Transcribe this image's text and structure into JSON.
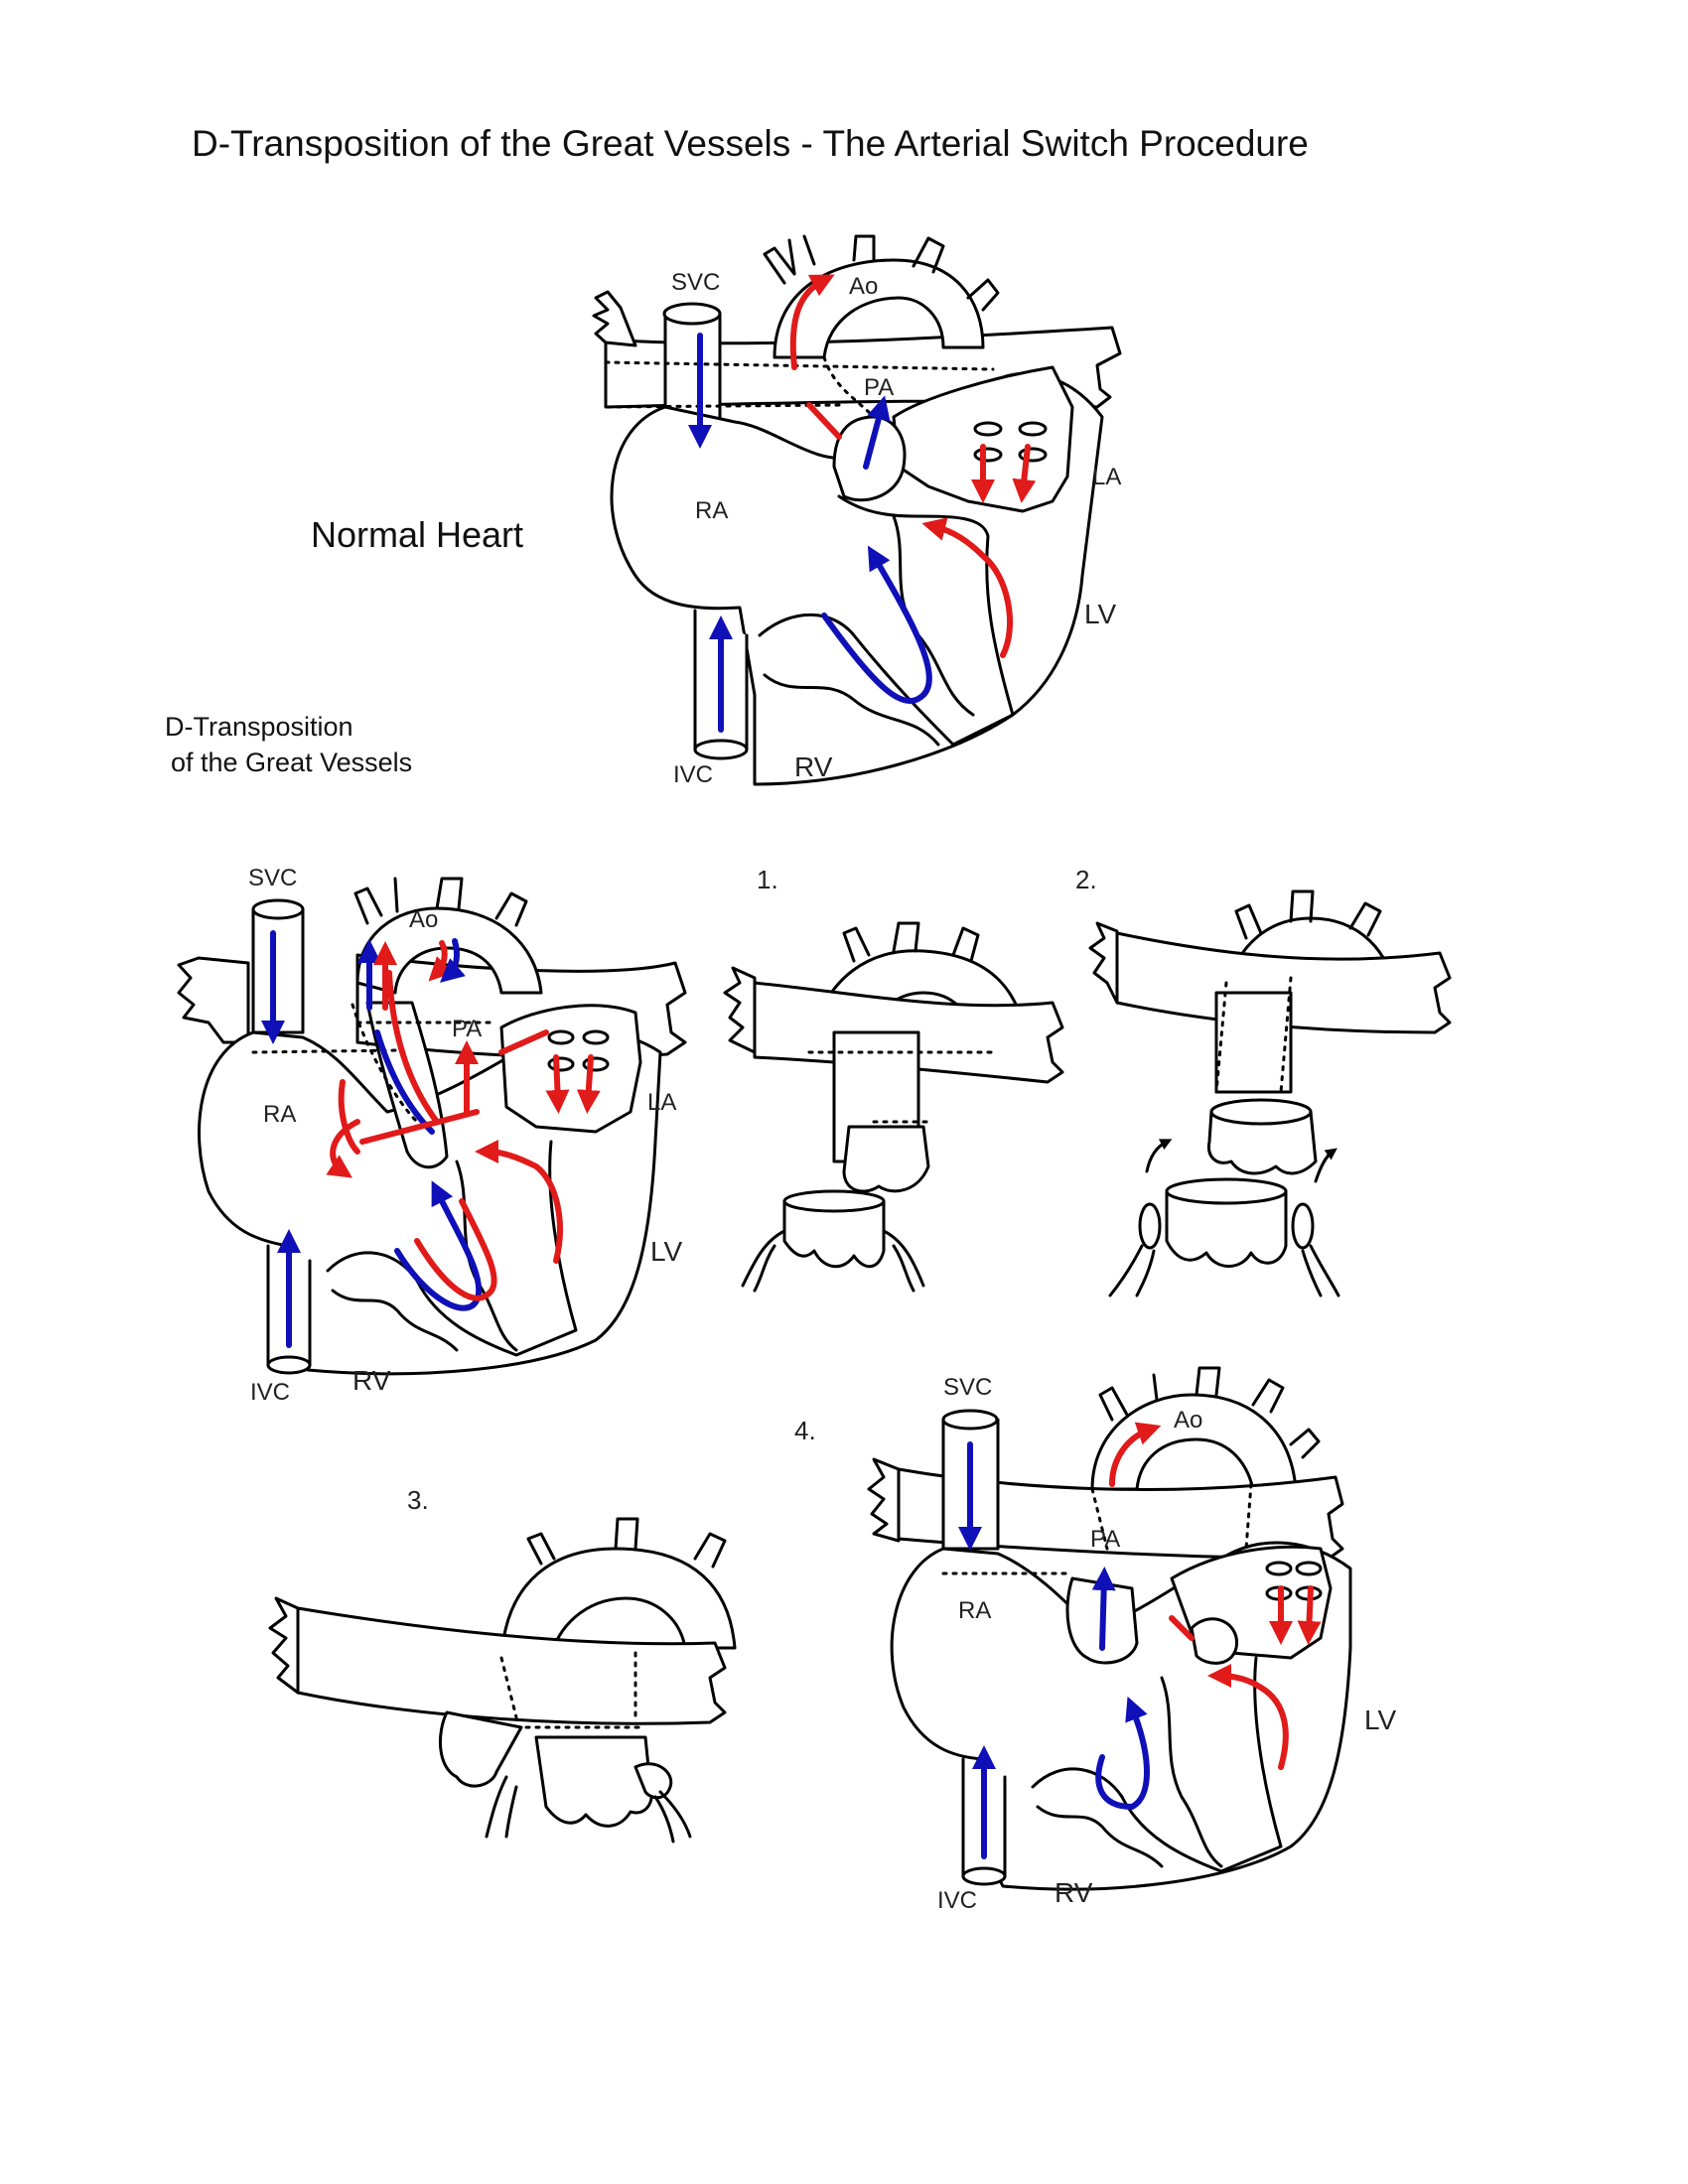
{
  "title": "D-Transposition of the Great Vessels - The Arterial Switch Procedure",
  "captions": {
    "normal_heart": "Normal Heart",
    "dtga_line1": "D-Transposition",
    "dtga_line2": "of the Great Vessels"
  },
  "step_numbers": [
    "1.",
    "2.",
    "3.",
    "4."
  ],
  "vessel_labels": {
    "svc": "SVC",
    "ivc": "IVC",
    "ao": "Ao",
    "pa": "PA",
    "ra": "RA",
    "la": "LA",
    "rv": "RV",
    "lv": "LV"
  },
  "colors": {
    "oxygenated": "#e11a1a",
    "deoxygenated": "#1010b8",
    "outline": "#000000"
  }
}
